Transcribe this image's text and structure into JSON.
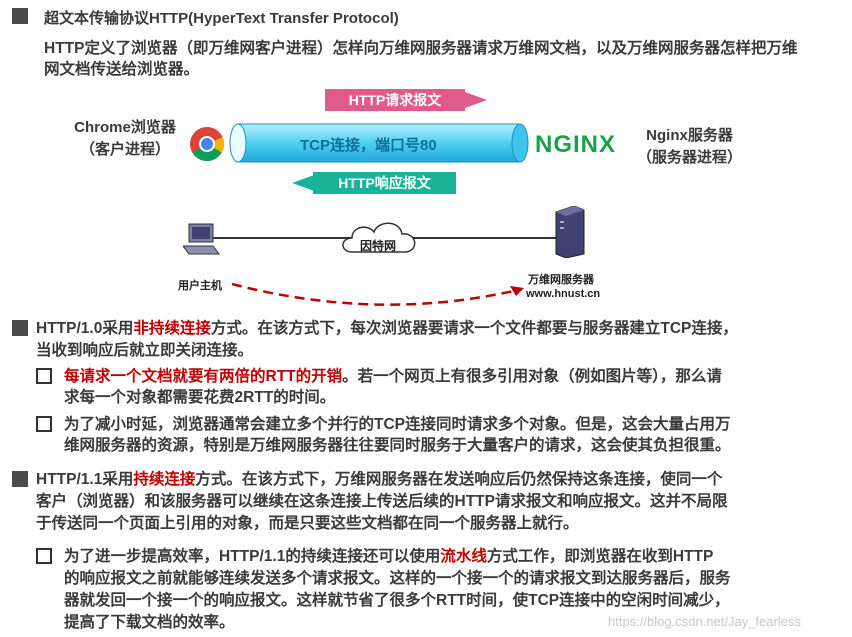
{
  "header": {
    "title": "超文本传输协议HTTP(HyperText Transfer Protocol)",
    "intro_line1": "HTTP定义了浏览器（即万维网客户进程）怎样向万维网服务器请求万维网文档，以及万维网服务器怎样把万维",
    "intro_line2": "网文档传送给浏览器。"
  },
  "diagram": {
    "request_banner": "HTTP请求报文",
    "response_banner": "HTTP响应报文",
    "pipe_label": "TCP连接，端口号80",
    "client_name": "Chrome浏览器",
    "client_role": "（客户进程）",
    "server_logo": "NGINX",
    "server_name": "Nginx服务器",
    "server_role": "（服务器进程）",
    "cloud_label": "因特网",
    "host_label": "用户主机",
    "server_host_label": "万维网服务器",
    "server_host_url": "www.hnust.cn"
  },
  "section1": {
    "prefix": "HTTP/1.0采用",
    "highlight": "非持续连接",
    "rest_line1": "方式。在该方式下，每次浏览器要请求一个文件都要与服务器建立TCP连接，",
    "line2": "当收到响应后就立即关闭连接。",
    "bullet1_highlight": "每请求一个文档就要有两倍的RTT的开销",
    "bullet1_rest": "。若一个网页上有很多引用对象（例如图片等），那么请",
    "bullet1_line2": "求每一个对象都需要花费2RTT的时间。",
    "bullet2_line1": "为了减小时延，浏览器通常会建立多个并行的TCP连接同时请求多个对象。但是，这会大量占用万",
    "bullet2_line2": "维网服务器的资源，特别是万维网服务器往往要同时服务于大量客户的请求，这会使其负担很重。"
  },
  "section2": {
    "prefix": "HTTP/1.1采用",
    "highlight": "持续连接",
    "rest_line1": "方式。在该方式下，万维网服务器在发送响应后仍然保持这条连接，使同一个",
    "line2": "客户（浏览器）和该服务器可以继续在这条连接上传送后续的HTTP请求报文和响应报文。这并不局限",
    "line3": "于传送同一个页面上引用的对象，而是只要这些文档都在同一个服务器上就行。",
    "bullet1_pre": "为了进一步提高效率，HTTP/1.1的持续连接还可以使用",
    "bullet1_highlight": "流水线",
    "bullet1_rest": "方式工作，即浏览器在收到HTTP",
    "bullet1_line2": "的响应报文之前就能够连续发送多个请求报文。这样的一个接一个的请求报文到达服务器后，服务",
    "bullet1_line3": "器就发回一个接一个的响应报文。这样就节省了很多个RTT时间，使TCP连接中的空闲时间减少，",
    "bullet1_line4": "提高了下载文档的效率。"
  },
  "watermark": "https://blog.csdn.net/Jay_fearless",
  "colors": {
    "highlight_red": "#c00000",
    "request_banner": "#e05a8a",
    "response_banner": "#19b39a",
    "pipe": "#5fd6f2",
    "nginx_green": "#1aa148"
  }
}
